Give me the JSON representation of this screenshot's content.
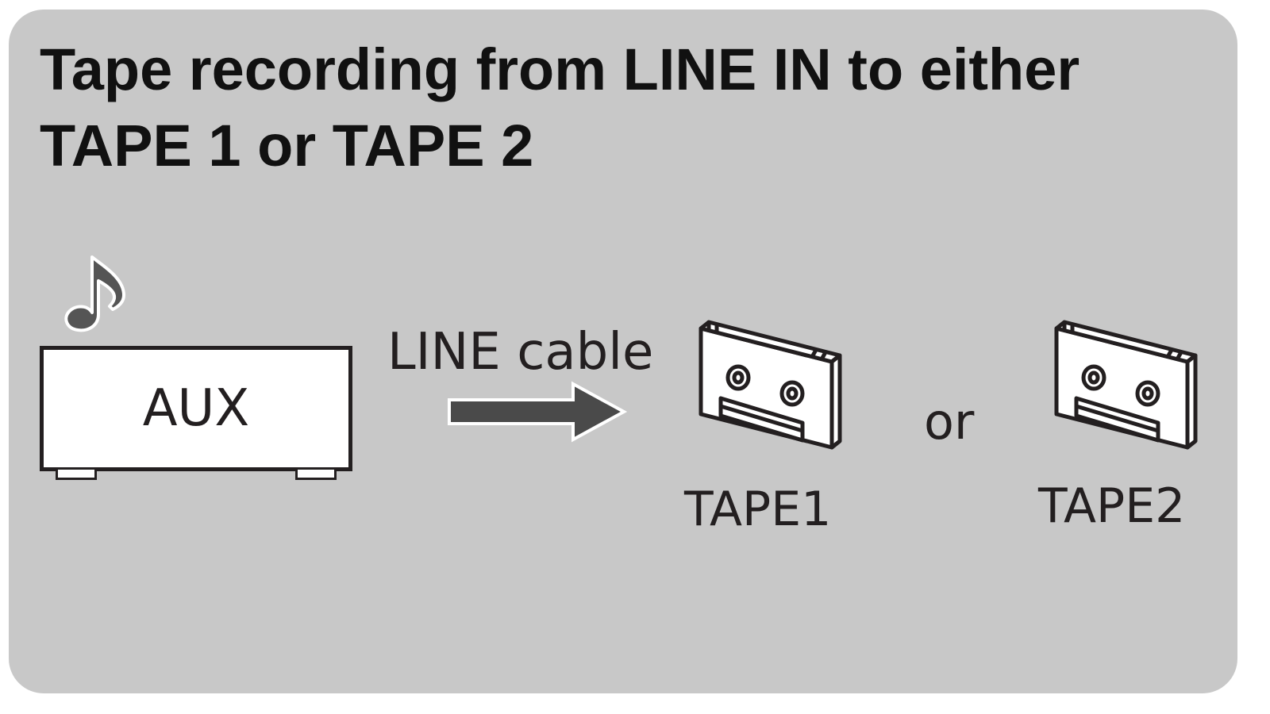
{
  "title": {
    "line1": "Tape recording from LINE IN to either",
    "line2": "TAPE 1 or TAPE 2"
  },
  "source": {
    "label": "AUX",
    "icon": "music-note-icon"
  },
  "connection": {
    "label": "LINE cable",
    "icon": "arrow-right-icon"
  },
  "destinations": [
    {
      "label": "TAPE1",
      "icon": "cassette-icon"
    },
    {
      "label": "TAPE2",
      "icon": "cassette-icon"
    }
  ],
  "separator": "or",
  "colors": {
    "panel": "#c8c8c8",
    "ink": "#231f20",
    "arrow": "#4a4a4a",
    "note": "#555555"
  }
}
